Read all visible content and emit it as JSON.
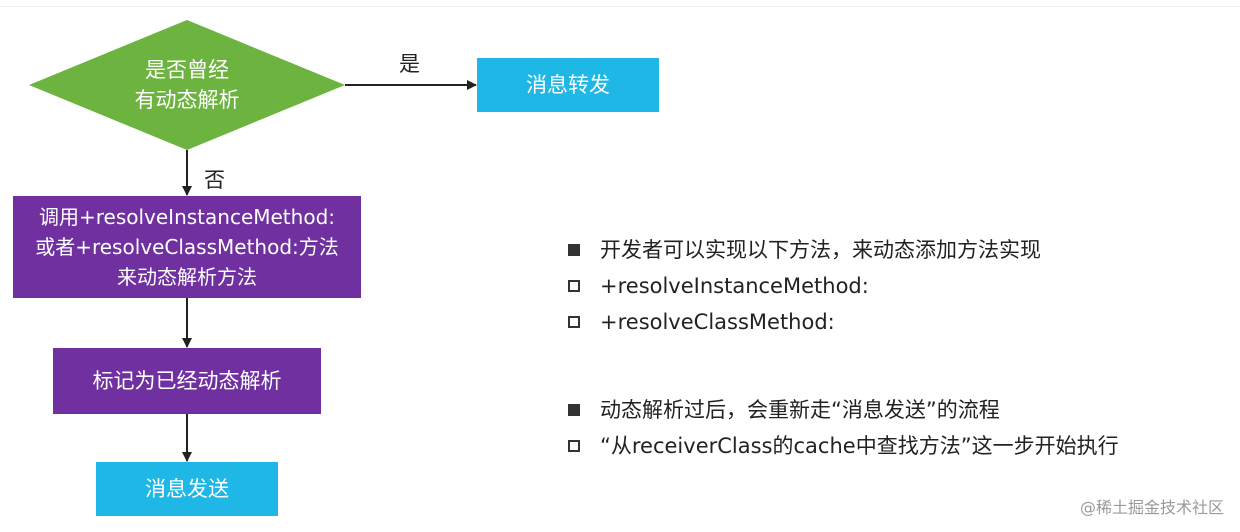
{
  "diagram": {
    "nodes": {
      "decision": "是否曾经\n有动态解析",
      "forward": "消息转发",
      "call_resolve": "调用+resolveInstanceMethod:\n或者+resolveClassMethod:方法\n来动态解析方法",
      "mark": "标记为已经动态解析",
      "send": "消息发送"
    },
    "edges": {
      "yes_label": "是",
      "no_label": "否"
    },
    "colors": {
      "decision_fill": "#6db33f",
      "process_fill": "#7030a0",
      "terminal_fill": "#1fb7e6",
      "arrow": "#222222"
    }
  },
  "notes": {
    "group1": [
      {
        "marker": "filled",
        "text": "开发者可以实现以下方法，来动态添加方法实现"
      },
      {
        "marker": "hollow",
        "text": "+resolveInstanceMethod:"
      },
      {
        "marker": "hollow",
        "text": "+resolveClassMethod:"
      }
    ],
    "group2": [
      {
        "marker": "filled",
        "text": "动态解析过后，会重新走“消息发送”的流程"
      },
      {
        "marker": "hollow",
        "text": "“从receiverClass的cache中查找方法”这一步开始执行"
      }
    ]
  },
  "watermark": "@稀土掘金技术社区"
}
